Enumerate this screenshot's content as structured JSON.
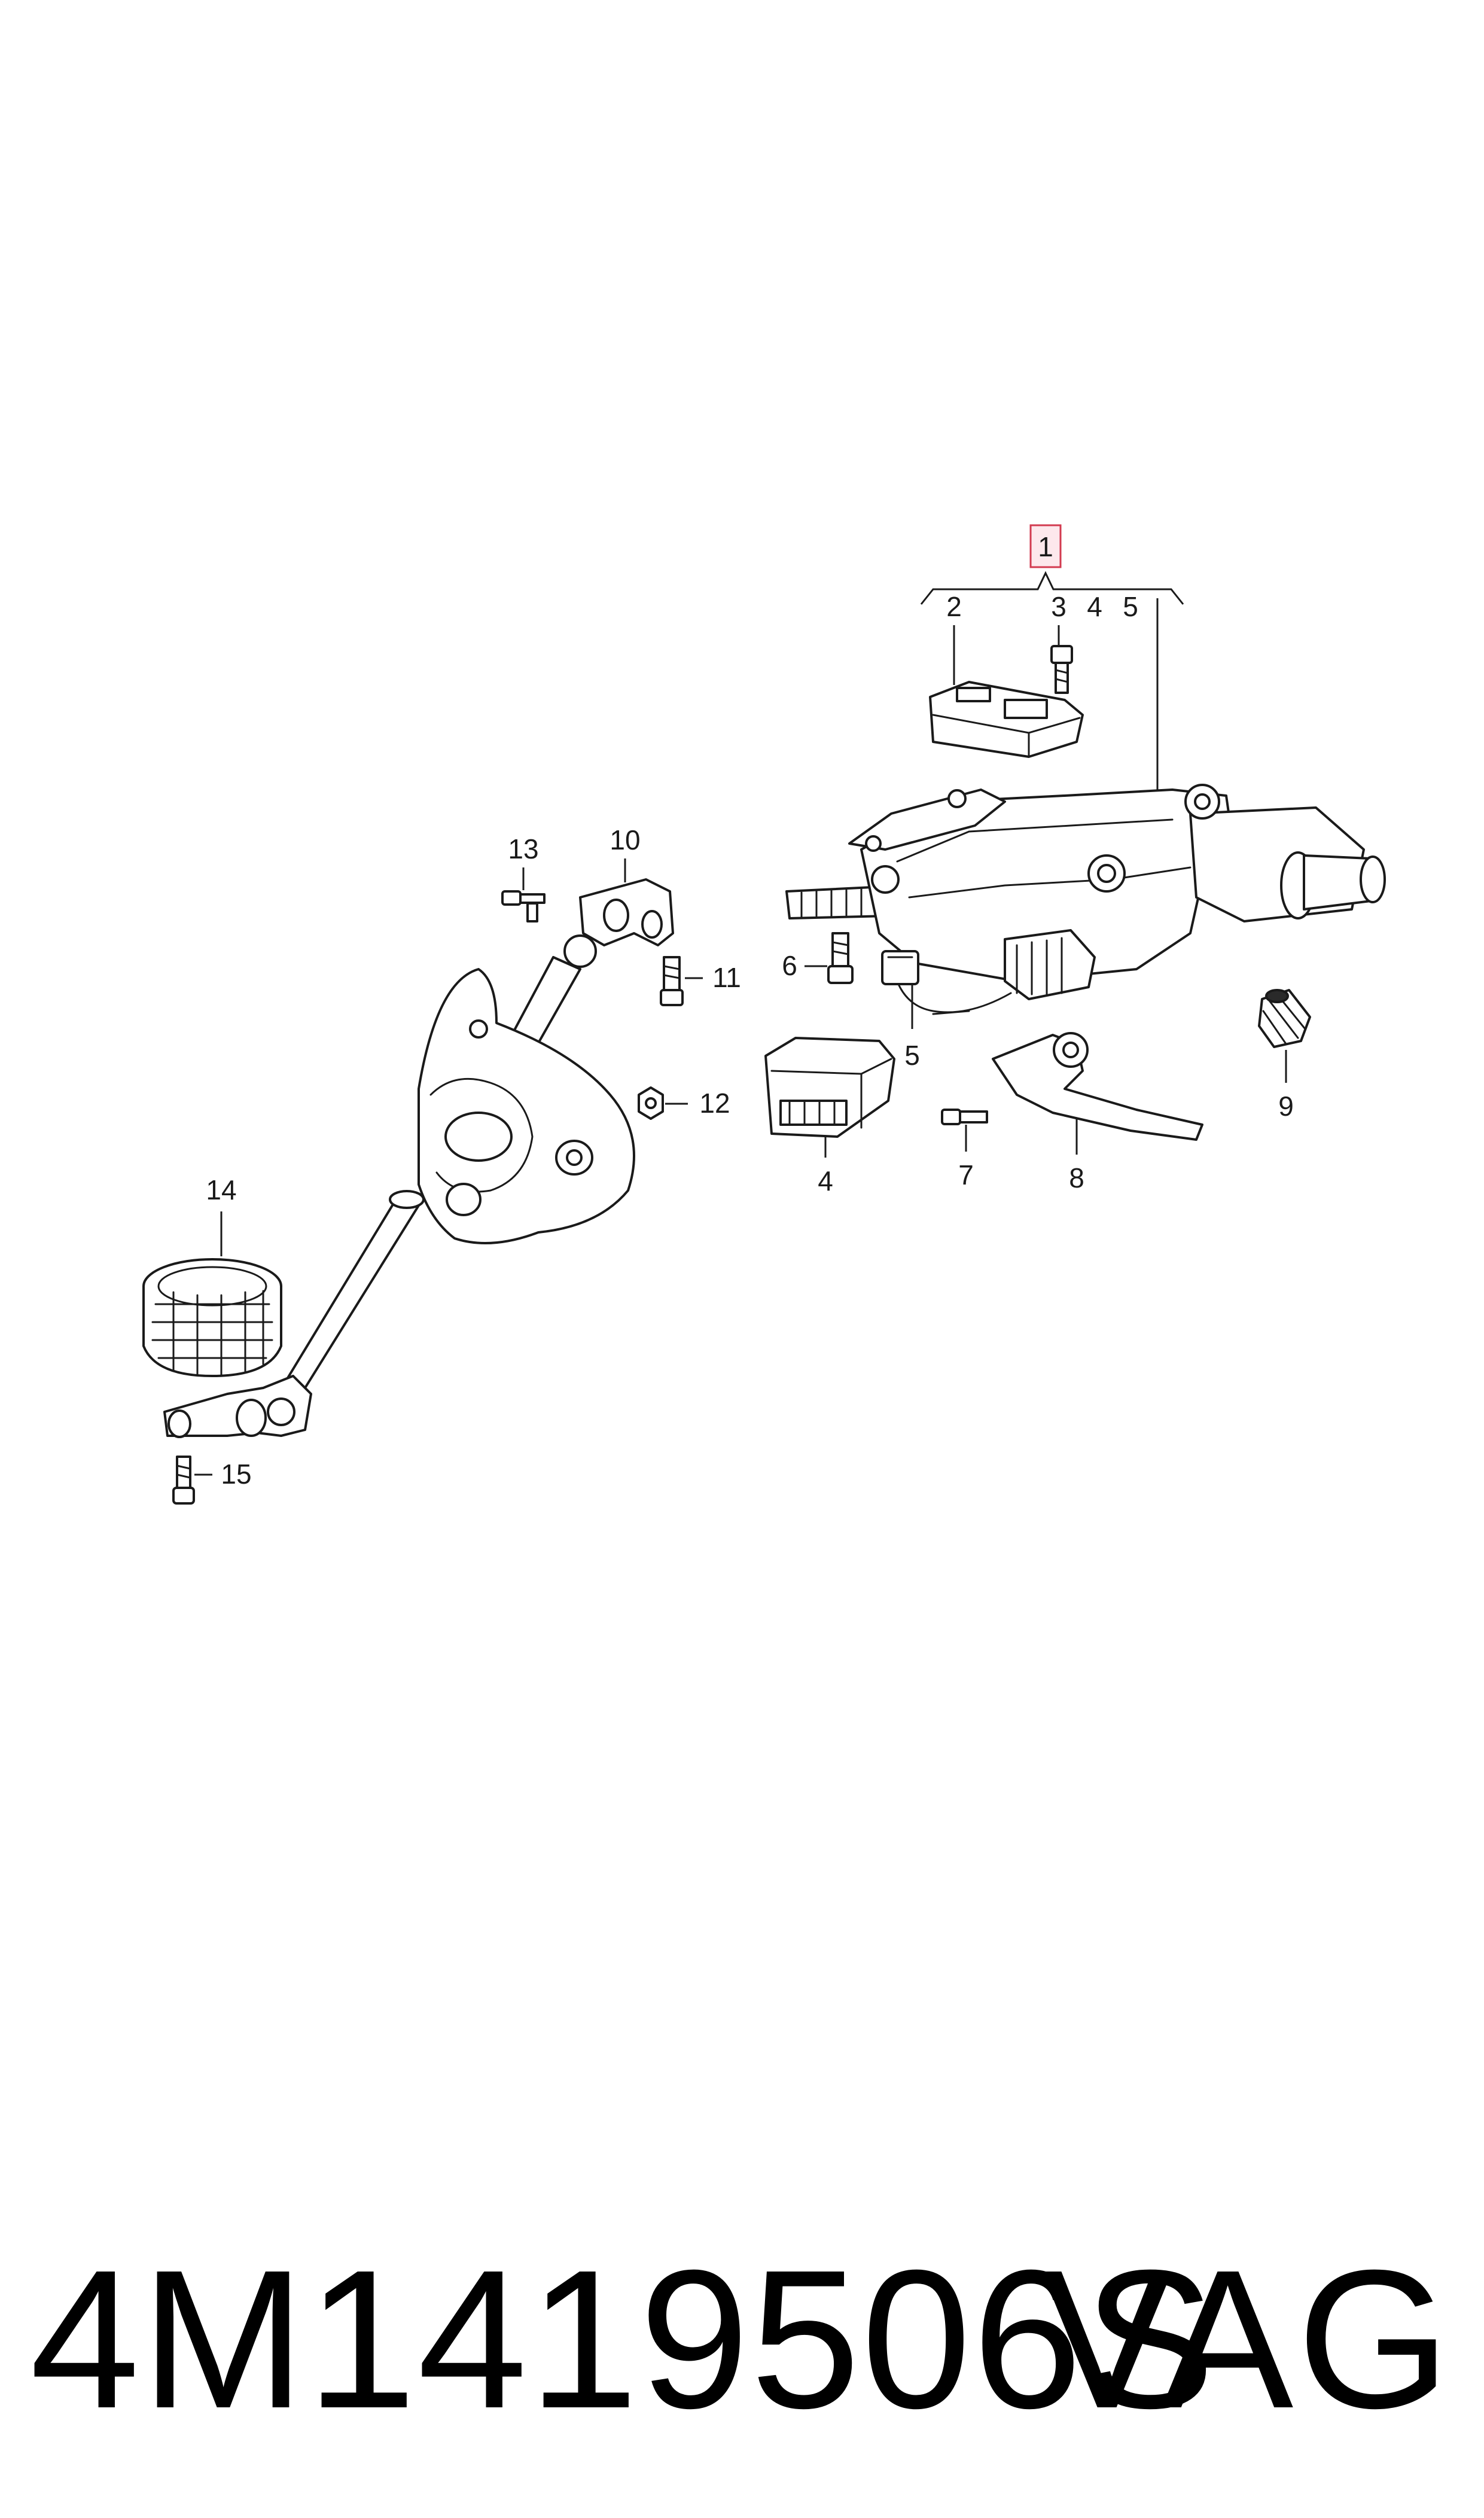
{
  "callouts": {
    "c1": "1",
    "c2": "2",
    "c3": "3",
    "c4a": "4",
    "c5a": "5",
    "c4b": "4",
    "c5b": "5",
    "c6": "6",
    "c7": "7",
    "c8": "8",
    "c9": "9",
    "c10": "10",
    "c11": "11",
    "c12": "12",
    "c13": "13",
    "c14": "14",
    "c15": "15"
  },
  "footer": {
    "part_number": "4M1419506S",
    "brand": "VAG"
  },
  "colors": {
    "highlight_fill": "#fde8ec",
    "highlight_stroke": "#d23a4f",
    "line": "#1a1a1a"
  }
}
